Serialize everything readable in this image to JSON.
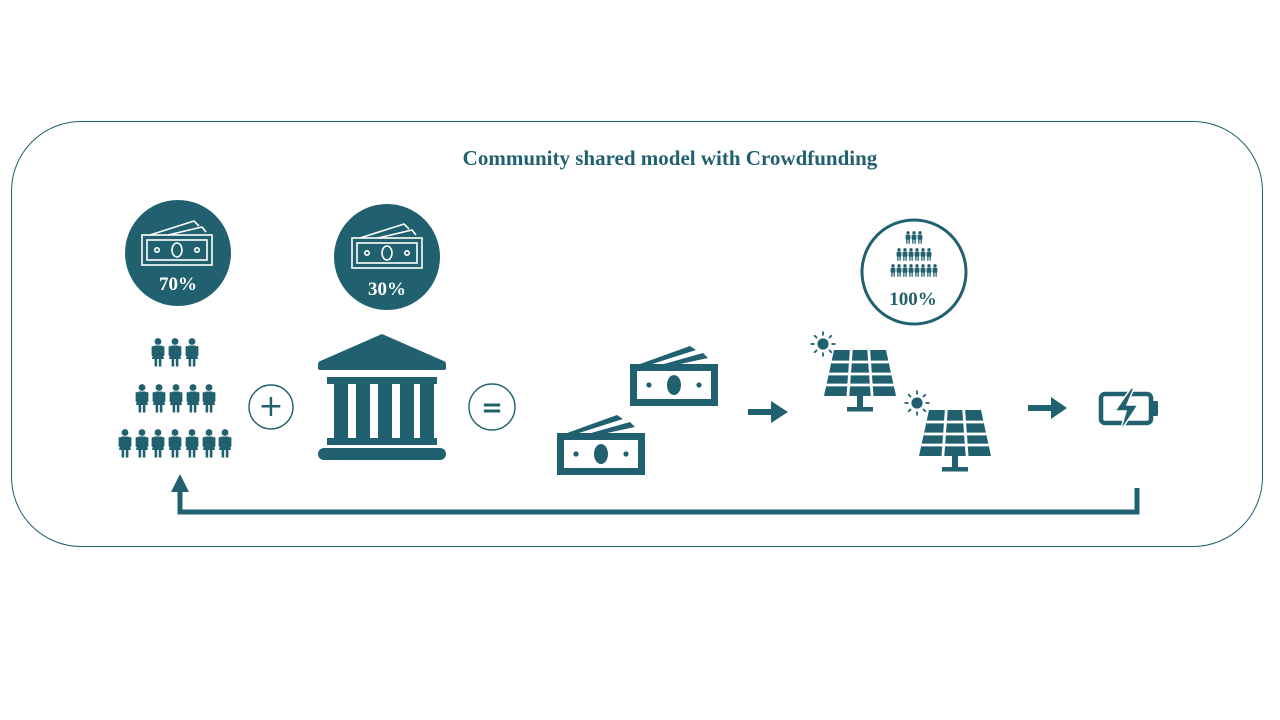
{
  "title": "Community shared model with Crowdfunding",
  "community_share": "70%",
  "bank_share": "30%",
  "ownership_share": "100%",
  "operators": {
    "plus": "+",
    "equals": "="
  },
  "icons": {
    "crowd": "crowd-icon",
    "bank": "bank-icon",
    "money": "banknotes-icon",
    "solar": "solar-panel-icon",
    "sun": "sun-icon",
    "battery": "battery-charging-icon",
    "arrow": "arrow-right-icon"
  },
  "colors": {
    "primary": "#21616f",
    "background": "#ffffff"
  }
}
